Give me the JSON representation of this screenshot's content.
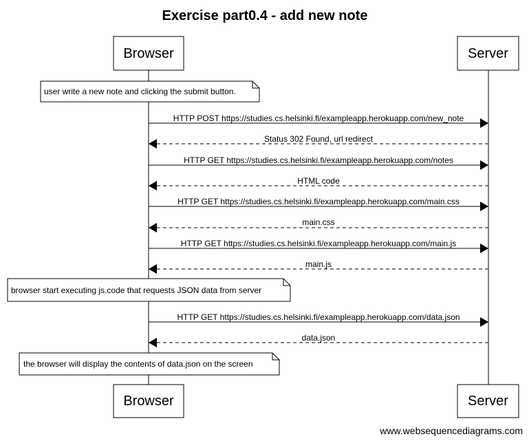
{
  "title": "Exercise part0.4 - add new note",
  "participants": [
    {
      "id": "browser",
      "label": "Browser"
    },
    {
      "id": "server",
      "label": "Server"
    }
  ],
  "notes": [
    {
      "text": "user write a new note and clicking the submit button."
    },
    {
      "text": "browser start executing js.code that requests JSON data from server"
    },
    {
      "text": "the browser will display the contents of data.json on the screen"
    }
  ],
  "messages": [
    {
      "from": "browser",
      "to": "server",
      "style": "solid",
      "text": "HTTP POST https://studies.cs.helsinki.fi/exampleapp.herokuapp.com/new_note"
    },
    {
      "from": "server",
      "to": "browser",
      "style": "dashed",
      "text": "Status 302 Found, url redirect"
    },
    {
      "from": "browser",
      "to": "server",
      "style": "solid",
      "text": "HTTP GET https://studies.cs.helsinki.fi/exampleapp.herokuapp.com/notes"
    },
    {
      "from": "server",
      "to": "browser",
      "style": "dashed",
      "text": "HTML code"
    },
    {
      "from": "browser",
      "to": "server",
      "style": "solid",
      "text": "HTTP GET https://studies.cs.helsinki.fi/exampleapp.herokuapp.com/main.css"
    },
    {
      "from": "server",
      "to": "browser",
      "style": "dashed",
      "text": "main.css"
    },
    {
      "from": "browser",
      "to": "server",
      "style": "solid",
      "text": "HTTP GET https://studies.cs.helsinki.fi/exampleapp.herokuapp.com/main.js"
    },
    {
      "from": "server",
      "to": "browser",
      "style": "dashed",
      "text": "main.js"
    },
    {
      "from": "browser",
      "to": "server",
      "style": "solid",
      "text": "HTTP GET https://studies.cs.helsinki.fi/exampleapp.herokuapp.com/data.json"
    },
    {
      "from": "server",
      "to": "browser",
      "style": "dashed",
      "text": "data.json"
    }
  ],
  "watermark": "www.websequencediagrams.com"
}
